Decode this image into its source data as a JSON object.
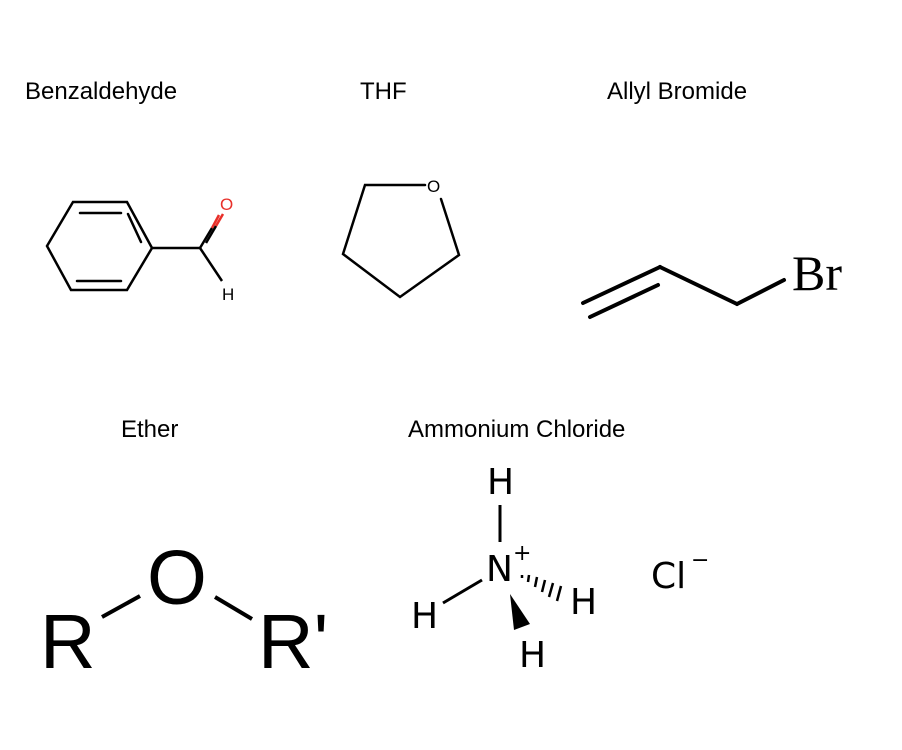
{
  "labels": {
    "benzaldehyde": "Benzaldehyde",
    "thf": "THF",
    "allyl_bromide": "Allyl Bromide",
    "ether": "Ether",
    "ammonium_chloride": "Ammonium Chloride"
  },
  "atoms": {
    "benzaldehyde_o": "O",
    "benzaldehyde_h": "H",
    "thf_o": "O",
    "allyl_br": "Br",
    "ether_r": "R",
    "ether_o": "O",
    "ether_r_prime": "R'",
    "ammonium_n": "N",
    "ammonium_charge": "+",
    "ammonium_h": "H",
    "chloride": "Cl",
    "chloride_charge": "−"
  },
  "colors": {
    "oxygen_benzaldehyde": "#e8302a",
    "bond": "#000000"
  }
}
